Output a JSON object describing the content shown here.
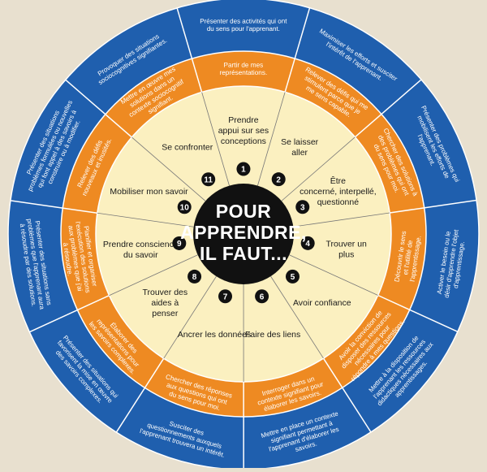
{
  "center": {
    "lines": [
      "POUR",
      "APPRENDRE,",
      "IL FAUT..."
    ]
  },
  "colors": {
    "background": "#e8e0cf",
    "blue_ring": "#1f5fae",
    "orange_ring": "#ee8a22",
    "inner_disc": "#fbf0c0",
    "center_disc": "#111111",
    "badge": "#111111",
    "divider": "#ffffff"
  },
  "inner_items": [
    {
      "number": "1",
      "lines": [
        "Prendre",
        "appui sur ses",
        "conceptions"
      ]
    },
    {
      "number": "2",
      "lines": [
        "Se laisser",
        "aller"
      ]
    },
    {
      "number": "3",
      "lines": [
        "Être",
        "concerné, interpellé,",
        "questionné"
      ]
    },
    {
      "number": "4",
      "lines": [
        "Trouver un",
        "plus"
      ]
    },
    {
      "number": "5",
      "lines": [
        "Avoir confiance"
      ]
    },
    {
      "number": "6",
      "lines": [
        "Faire des liens"
      ]
    },
    {
      "number": "7",
      "lines": [
        "Ancrer les données"
      ]
    },
    {
      "number": "8",
      "lines": [
        "Trouver des",
        "aides à",
        "penser"
      ]
    },
    {
      "number": "9",
      "lines": [
        "Prendre conscience",
        "du savoir"
      ]
    },
    {
      "number": "10",
      "lines": [
        "Mobiliser mon savoir"
      ]
    },
    {
      "number": "11",
      "lines": [
        "Se confronter"
      ]
    }
  ],
  "orange_ring": [
    {
      "lines": [
        "Partir de mes",
        "représentations."
      ]
    },
    {
      "lines": [
        "Relever des défis qui me",
        "stimulent parce que je",
        "me sens capable."
      ]
    },
    {
      "lines": [
        "Chercher des solutions à",
        "des problèmes qui ont",
        "du sens pour moi."
      ]
    },
    {
      "lines": [
        "Découvrir le sens",
        "et l'utilité de",
        "l'apprentissage."
      ]
    },
    {
      "lines": [
        "Avoir la conviction de",
        "disposer des ressources",
        "nécessaires pour",
        "répondre à mes questions."
      ]
    },
    {
      "lines": [
        "Interroger dans un",
        "contexte signifiant pour",
        "élaborer les savoirs."
      ]
    },
    {
      "lines": [
        "Chercher des réponses",
        "aux questions qui ont",
        "du sens pour moi."
      ]
    },
    {
      "lines": [
        "Élaborer des",
        "représentations pour",
        "les savoirs complexes."
      ]
    },
    {
      "lines": [
        "Planifier et organiser",
        "l'exécution des solutions",
        "aux problèmes que j'ai",
        "à résoudre."
      ]
    },
    {
      "lines": [
        "Relever des défis",
        "nouveaux et inusités."
      ]
    },
    {
      "lines": [
        "Mettre en œuvre mes",
        "solutions dans un",
        "contexte sociocognitif",
        "signifiant."
      ]
    }
  ],
  "blue_ring": [
    {
      "lines": [
        "Présenter des activités qui ont",
        "du sens pour l'apprenant."
      ]
    },
    {
      "lines": [
        "Maximiser les efforts et susciter",
        "l'intérêt de l'apprenant."
      ]
    },
    {
      "lines": [
        "Présenter des problèmes qui",
        "mobilisent les efforts de",
        "l'apprenant."
      ]
    },
    {
      "lines": [
        "Activer le besoin ou le",
        "désir d'apprendre l'objet",
        "d'apprentissage."
      ]
    },
    {
      "lines": [
        "Mettre à la disposition de",
        "l'apprenant les ressources",
        "didactiques nécessaires aux",
        "apprentissages."
      ]
    },
    {
      "lines": [
        "Mettre en place un contexte",
        "signifiant permettant à",
        "l'apprenant d'élaborer les",
        "savoirs."
      ]
    },
    {
      "lines": [
        "Susciter des",
        "questionnements auxquels",
        "l'apprenant trouvera un intérêt."
      ]
    },
    {
      "lines": [
        "Présenter des situations qui",
        "favorisent la mise en œuvre",
        "des savoirs complexes."
      ]
    },
    {
      "lines": [
        "Présenter des situations sans",
        "problèmes que l'apprenant aura",
        "à résoudre par des solutions."
      ]
    },
    {
      "lines": [
        "Présenter des situations",
        "problèmes formulées ou nouvelles",
        "qui font appel à des savoirs à",
        "construire ou à modifier."
      ]
    },
    {
      "lines": [
        "Provoquer des situations",
        "sociocognitives signifiantes."
      ]
    }
  ]
}
